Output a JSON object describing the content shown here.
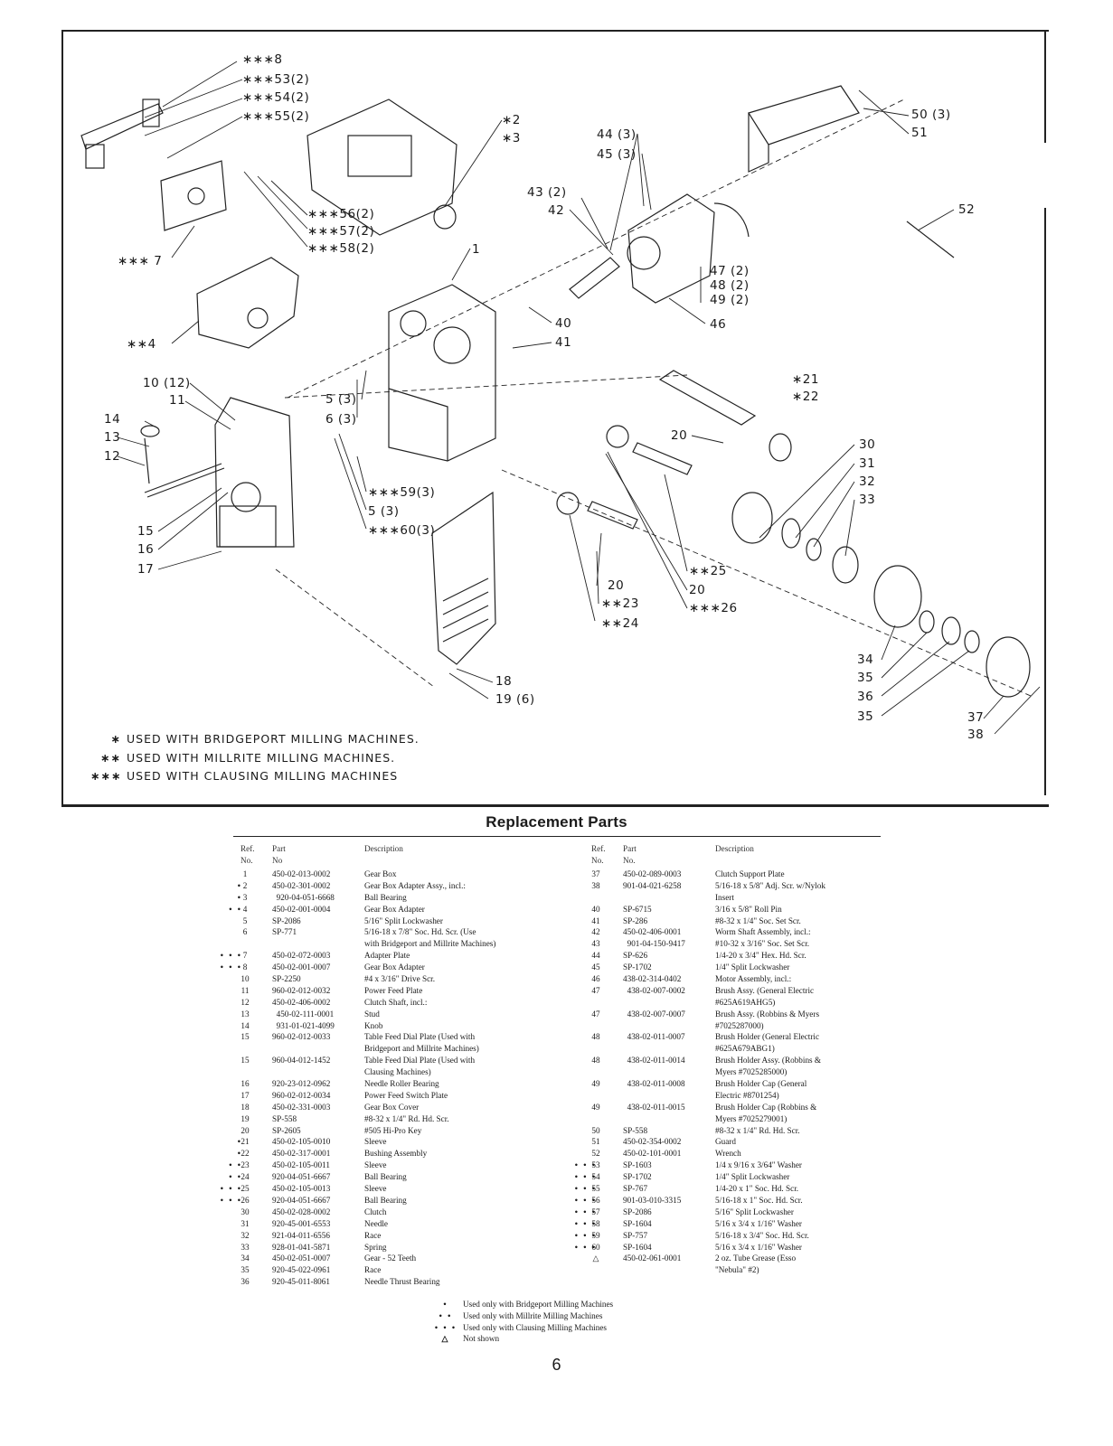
{
  "diagram": {
    "labels": [
      {
        "id": "l8",
        "text": "∗∗∗8"
      },
      {
        "id": "l53",
        "text": "∗∗∗53(2)"
      },
      {
        "id": "l54",
        "text": "∗∗∗54(2)"
      },
      {
        "id": "l55",
        "text": "∗∗∗55(2)"
      },
      {
        "id": "l2",
        "text": "∗2"
      },
      {
        "id": "l3",
        "text": "∗3"
      },
      {
        "id": "l56",
        "text": "∗∗∗56(2)"
      },
      {
        "id": "l57",
        "text": "∗∗∗57(2)"
      },
      {
        "id": "l58",
        "text": "∗∗∗58(2)"
      },
      {
        "id": "l7",
        "text": "∗∗∗ 7"
      },
      {
        "id": "l4",
        "text": "∗∗4"
      },
      {
        "id": "l44",
        "text": "44 (3)"
      },
      {
        "id": "l45",
        "text": "45 (3)"
      },
      {
        "id": "l43",
        "text": "43 (2)"
      },
      {
        "id": "l42",
        "text": "42"
      },
      {
        "id": "l50",
        "text": "50 (3)"
      },
      {
        "id": "l51",
        "text": "51"
      },
      {
        "id": "l52",
        "text": "52"
      },
      {
        "id": "l1",
        "text": "1"
      },
      {
        "id": "l47",
        "text": "47 (2)"
      },
      {
        "id": "l48",
        "text": "48 (2)"
      },
      {
        "id": "l49",
        "text": "49 (2)"
      },
      {
        "id": "l46",
        "text": "46"
      },
      {
        "id": "l40",
        "text": "40"
      },
      {
        "id": "l41",
        "text": "41"
      },
      {
        "id": "l10",
        "text": "10 (12)"
      },
      {
        "id": "l11",
        "text": "11"
      },
      {
        "id": "l5a",
        "text": "5 (3)"
      },
      {
        "id": "l6",
        "text": "6 (3)"
      },
      {
        "id": "l21",
        "text": "∗21"
      },
      {
        "id": "l22",
        "text": "∗22"
      },
      {
        "id": "l14",
        "text": "14"
      },
      {
        "id": "l13",
        "text": "13"
      },
      {
        "id": "l12",
        "text": "12"
      },
      {
        "id": "l20a",
        "text": "20"
      },
      {
        "id": "l30",
        "text": "30"
      },
      {
        "id": "l31",
        "text": "31"
      },
      {
        "id": "l32",
        "text": "32"
      },
      {
        "id": "l33",
        "text": "33"
      },
      {
        "id": "l59",
        "text": "∗∗∗59(3)"
      },
      {
        "id": "l5b",
        "text": "5 (3)"
      },
      {
        "id": "l60",
        "text": "∗∗∗60(3)"
      },
      {
        "id": "l15",
        "text": "15"
      },
      {
        "id": "l16",
        "text": "16"
      },
      {
        "id": "l17",
        "text": "17"
      },
      {
        "id": "l25",
        "text": "∗∗25"
      },
      {
        "id": "l20b",
        "text": "20"
      },
      {
        "id": "l20c",
        "text": "20"
      },
      {
        "id": "l23",
        "text": "∗∗23"
      },
      {
        "id": "l26",
        "text": "∗∗∗26"
      },
      {
        "id": "l24",
        "text": "∗∗24"
      },
      {
        "id": "l34",
        "text": "34"
      },
      {
        "id": "l35a",
        "text": "35"
      },
      {
        "id": "l36",
        "text": "36"
      },
      {
        "id": "l35b",
        "text": "35"
      },
      {
        "id": "l37",
        "text": "37"
      },
      {
        "id": "l38",
        "text": "38"
      },
      {
        "id": "l18",
        "text": "18"
      },
      {
        "id": "l19",
        "text": "19 (6)"
      }
    ],
    "notes": [
      {
        "symbol": "∗",
        "text": "USED WITH BRIDGEPORT MILLING MACHINES."
      },
      {
        "symbol": "∗∗",
        "text": "USED WITH MILLRITE MILLING MACHINES."
      },
      {
        "symbol": "∗∗∗",
        "text": "USED WITH CLAUSING MILLING MACHINES"
      }
    ]
  },
  "parts": {
    "title": "Replacement Parts",
    "headers": {
      "ref_top": "Ref.",
      "ref_bottom": "No.",
      "part_top": "Part",
      "part_bottom": "No",
      "description": "Description"
    },
    "headers_right": {
      "ref_top": "Ref.",
      "ref_bottom": "No.",
      "part_top": "Part",
      "part_bottom": "No.",
      "description": "Description"
    },
    "left": [
      {
        "mark": "",
        "ref": "1",
        "part": "450-02-013-0002",
        "desc": "Gear Box"
      },
      {
        "mark": "•",
        "ref": "2",
        "part": "450-02-301-0002",
        "desc": "Gear Box Adapter Assy., incl.:"
      },
      {
        "mark": "•",
        "ref": "3",
        "part": "  920-04-051-6668",
        "desc": "Ball Bearing"
      },
      {
        "mark": "• •",
        "ref": "4",
        "part": "450-02-001-0004",
        "desc": "Gear Box Adapter"
      },
      {
        "mark": "",
        "ref": "5",
        "part": "SP-2086",
        "desc": "5/16\" Split Lockwasher"
      },
      {
        "mark": "",
        "ref": "6",
        "part": "SP-771",
        "desc": "5/16-18 x 7/8\" Soc. Hd. Scr. (Use"
      },
      {
        "mark": "",
        "ref": "",
        "part": "",
        "desc": "with Bridgeport and Millrite Machines)"
      },
      {
        "mark": "• • •",
        "ref": "7",
        "part": "450-02-072-0003",
        "desc": "Adapter Plate"
      },
      {
        "mark": "• • •",
        "ref": "8",
        "part": "450-02-001-0007",
        "desc": "Gear Box Adapter"
      },
      {
        "mark": "",
        "ref": "10",
        "part": "SP-2250",
        "desc": "#4 x 3/16\" Drive Scr."
      },
      {
        "mark": "",
        "ref": "11",
        "part": "960-02-012-0032",
        "desc": "Power Feed Plate"
      },
      {
        "mark": "",
        "ref": "12",
        "part": "450-02-406-0002",
        "desc": "Clutch Shaft, incl.:"
      },
      {
        "mark": "",
        "ref": "13",
        "part": "  450-02-111-0001",
        "desc": "Stud"
      },
      {
        "mark": "",
        "ref": "14",
        "part": "  931-01-021-4099",
        "desc": "Knob"
      },
      {
        "mark": "",
        "ref": "15",
        "part": "960-02-012-0033",
        "desc": "Table Feed Dial Plate (Used with"
      },
      {
        "mark": "",
        "ref": "",
        "part": "",
        "desc": "Bridgeport and Millrite Machines)"
      },
      {
        "mark": "",
        "ref": "15",
        "part": "960-04-012-1452",
        "desc": "Table Feed Dial Plate (Used with"
      },
      {
        "mark": "",
        "ref": "",
        "part": "",
        "desc": "Clausing Machines)"
      },
      {
        "mark": "",
        "ref": "16",
        "part": "920-23-012-0962",
        "desc": "Needle Roller Bearing"
      },
      {
        "mark": "",
        "ref": "17",
        "part": "960-02-012-0034",
        "desc": "Power Feed Switch Plate"
      },
      {
        "mark": "",
        "ref": "18",
        "part": "450-02-331-0003",
        "desc": "Gear Box Cover"
      },
      {
        "mark": "",
        "ref": "19",
        "part": "SP-558",
        "desc": "#8-32 x 1/4\" Rd. Hd. Scr."
      },
      {
        "mark": "",
        "ref": "20",
        "part": "SP-2605",
        "desc": "#505 Hi-Pro Key"
      },
      {
        "mark": "•",
        "ref": "21",
        "part": "450-02-105-0010",
        "desc": "Sleeve"
      },
      {
        "mark": "•",
        "ref": "22",
        "part": "450-02-317-0001",
        "desc": "Bushing Assembly"
      },
      {
        "mark": "• •",
        "ref": "23",
        "part": "450-02-105-0011",
        "desc": "Sleeve"
      },
      {
        "mark": "• •",
        "ref": "24",
        "part": "920-04-051-6667",
        "desc": "Ball Bearing"
      },
      {
        "mark": "• • •",
        "ref": "25",
        "part": "450-02-105-0013",
        "desc": "Sleeve"
      },
      {
        "mark": "• • •",
        "ref": "26",
        "part": "920-04-051-6667",
        "desc": "Ball Bearing"
      },
      {
        "mark": "",
        "ref": "30",
        "part": "450-02-028-0002",
        "desc": "Clutch"
      },
      {
        "mark": "",
        "ref": "31",
        "part": "920-45-001-6553",
        "desc": "Needle"
      },
      {
        "mark": "",
        "ref": "32",
        "part": "921-04-011-6556",
        "desc": "Race"
      },
      {
        "mark": "",
        "ref": "33",
        "part": "928-01-041-5871",
        "desc": "Spring"
      },
      {
        "mark": "",
        "ref": "34",
        "part": "450-02-051-0007",
        "desc": "Gear - 52 Teeth"
      },
      {
        "mark": "",
        "ref": "35",
        "part": "920-45-022-0961",
        "desc": "Race"
      },
      {
        "mark": "",
        "ref": "36",
        "part": "920-45-011-8061",
        "desc": "Needle Thrust Bearing"
      }
    ],
    "right": [
      {
        "mark": "",
        "ref": "37",
        "part": "450-02-089-0003",
        "desc": "Clutch Support Plate"
      },
      {
        "mark": "",
        "ref": "38",
        "part": "901-04-021-6258",
        "desc": "5/16-18 x 5/8\" Adj. Scr. w/Nylok"
      },
      {
        "mark": "",
        "ref": "",
        "part": "",
        "desc": "Insert"
      },
      {
        "mark": "",
        "ref": "40",
        "part": "SP-6715",
        "desc": "3/16 x 5/8\" Roll Pin"
      },
      {
        "mark": "",
        "ref": "41",
        "part": "SP-286",
        "desc": "#8-32 x 1/4\" Soc. Set Scr."
      },
      {
        "mark": "",
        "ref": "42",
        "part": "450-02-406-0001",
        "desc": "Worm Shaft Assembly, incl.:"
      },
      {
        "mark": "",
        "ref": "43",
        "part": "  901-04-150-9417",
        "desc": "#10-32 x 3/16\" Soc. Set Scr."
      },
      {
        "mark": "",
        "ref": "44",
        "part": "SP-626",
        "desc": "1/4-20 x 3/4\" Hex. Hd. Scr."
      },
      {
        "mark": "",
        "ref": "45",
        "part": "SP-1702",
        "desc": "1/4\" Split Lockwasher"
      },
      {
        "mark": "",
        "ref": "46",
        "part": "438-02-314-0402",
        "desc": "Motor Assembly, incl.:"
      },
      {
        "mark": "",
        "ref": "47",
        "part": "  438-02-007-0002",
        "desc": "Brush Assy. (General Electric"
      },
      {
        "mark": "",
        "ref": "",
        "part": "",
        "desc": "#625A619AHG5)"
      },
      {
        "mark": "",
        "ref": "47",
        "part": "  438-02-007-0007",
        "desc": "Brush Assy. (Robbins & Myers"
      },
      {
        "mark": "",
        "ref": "",
        "part": "",
        "desc": "#7025287000)"
      },
      {
        "mark": "",
        "ref": "48",
        "part": "  438-02-011-0007",
        "desc": "Brush Holder (General Electric"
      },
      {
        "mark": "",
        "ref": "",
        "part": "",
        "desc": "#625A679ABG1)"
      },
      {
        "mark": "",
        "ref": "48",
        "part": "  438-02-011-0014",
        "desc": "Brush Holder Assy. (Robbins &"
      },
      {
        "mark": "",
        "ref": "",
        "part": "",
        "desc": "Myers #7025285000)"
      },
      {
        "mark": "",
        "ref": "49",
        "part": "  438-02-011-0008",
        "desc": "Brush Holder Cap (General"
      },
      {
        "mark": "",
        "ref": "",
        "part": "",
        "desc": "Electric #8701254)"
      },
      {
        "mark": "",
        "ref": "49",
        "part": "  438-02-011-0015",
        "desc": "Brush Holder Cap (Robbins &"
      },
      {
        "mark": "",
        "ref": "",
        "part": "",
        "desc": "Myers #7025279001)"
      },
      {
        "mark": "",
        "ref": "50",
        "part": "SP-558",
        "desc": "#8-32 x 1/4\" Rd. Hd. Scr."
      },
      {
        "mark": "",
        "ref": "51",
        "part": "450-02-354-0002",
        "desc": "Guard"
      },
      {
        "mark": "",
        "ref": "52",
        "part": "450-02-101-0001",
        "desc": "Wrench"
      },
      {
        "mark": "• • •",
        "ref": "53",
        "part": "SP-1603",
        "desc": "1/4 x 9/16 x 3/64\" Washer"
      },
      {
        "mark": "• • •",
        "ref": "54",
        "part": "SP-1702",
        "desc": "1/4\" Split Lockwasher"
      },
      {
        "mark": "• • •",
        "ref": "55",
        "part": "SP-767",
        "desc": "1/4-20 x 1\" Soc. Hd. Scr."
      },
      {
        "mark": "• • •",
        "ref": "56",
        "part": "901-03-010-3315",
        "desc": "5/16-18 x 1\" Soc. Hd. Scr."
      },
      {
        "mark": "• • •",
        "ref": "57",
        "part": "SP-2086",
        "desc": "5/16\" Split Lockwasher"
      },
      {
        "mark": "• • •",
        "ref": "58",
        "part": "SP-1604",
        "desc": "5/16 x 3/4 x 1/16\" Washer"
      },
      {
        "mark": "• • •",
        "ref": "59",
        "part": "SP-757",
        "desc": "5/16-18 x 3/4\" Soc. Hd. Scr."
      },
      {
        "mark": "• • •",
        "ref": "60",
        "part": "SP-1604",
        "desc": "5/16 x 3/4 x 1/16\" Washer"
      },
      {
        "mark": "",
        "ref": "△",
        "part": "450-02-061-0001",
        "desc": "2 oz. Tube Grease (Esso"
      },
      {
        "mark": "",
        "ref": "",
        "part": "",
        "desc": "\"Nebula\" #2)"
      }
    ],
    "legend": [
      {
        "symbol": "•",
        "text": "Used only with Bridgeport Milling Machines"
      },
      {
        "symbol": "• •",
        "text": "Used only with Millrite Milling Machines"
      },
      {
        "symbol": "• • •",
        "text": "Used only with Clausing Milling Machines"
      },
      {
        "symbol": "△",
        "text": "Not shown"
      }
    ]
  },
  "page_number": "6"
}
